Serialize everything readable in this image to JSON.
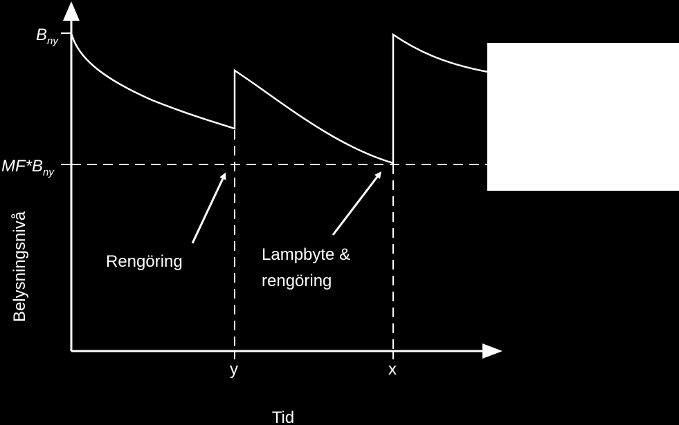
{
  "colors": {
    "background": "#000000",
    "foreground": "#ffffff"
  },
  "y_axis": {
    "title": "Belysningsnivå",
    "top_label_main": "B",
    "top_label_sub": "ny",
    "mid_label_prefix": "MF*B",
    "mid_label_sub": "ny"
  },
  "x_axis": {
    "title": "Tid",
    "tick_y": "y",
    "tick_x": "x"
  },
  "annotations": {
    "cleaning": "Rengöring",
    "lamp_change_line1": "Lampbyte &",
    "lamp_change_line2": "rengöring"
  }
}
